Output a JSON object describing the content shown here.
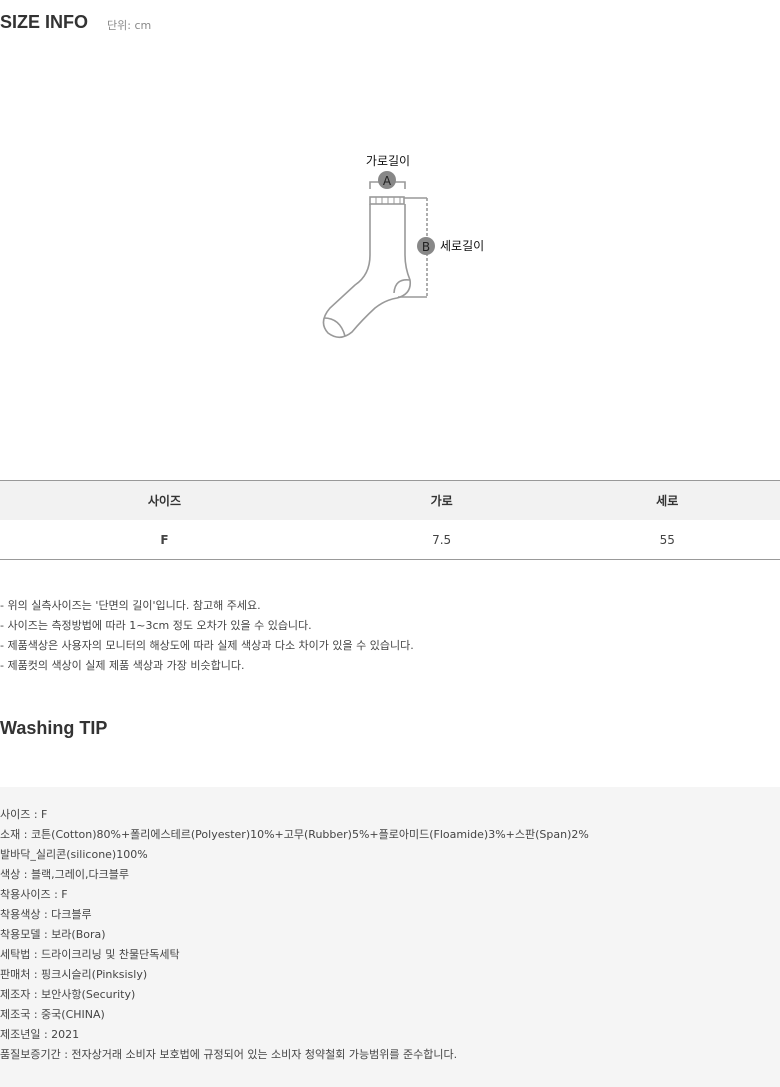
{
  "header": {
    "title": "SIZE INFO",
    "unit": "단위: cm"
  },
  "diagram": {
    "label_a": "가로길이",
    "label_b": "세로길이",
    "marker_a": "A",
    "marker_b": "B"
  },
  "table": {
    "headers": [
      "사이즈",
      "가로",
      "세로"
    ],
    "rows": [
      [
        "F",
        "7.5",
        "55"
      ]
    ]
  },
  "notes": [
    "- 위의 실측사이즈는 '단면의 길이'입니다. 참고해 주세요.",
    "- 사이즈는 측정방법에 따라 1~3cm 정도 오차가 있을 수 있습니다.",
    "- 제품색상은 사용자의 모니터의 해상도에 따라 실제 색상과 다소 차이가 있을 수 있습니다.",
    "- 제품컷의 색상이 실제 제품 색상과 가장 비슷합니다."
  ],
  "washing_title": "Washing TIP",
  "specs": [
    "사이즈 : F",
    "소재 : 코튼(Cotton)80%+폴리에스테르(Polyester)10%+고무(Rubber)5%+플로아미드(Floamide)3%+스판(Span)2%",
    "발바닥_실리콘(silicone)100%",
    "색상 : 블랙,그레이,다크블루",
    "착용사이즈 : F",
    "착용색상 : 다크블루",
    "착용모델 : 보라(Bora)",
    "세탁법 : 드라이크리닝 및 찬물단독세탁",
    "판매처 : 핑크시슬리(Pinksisly)",
    "제조자 : 보안사항(Security)",
    "제조국 : 중국(CHINA)",
    "제조년일 : 2021",
    "품질보증기간 : 전자상거래 소비자 보호법에 규정되어 있는 소비자 청약철회 가능범위를 준수합니다."
  ]
}
